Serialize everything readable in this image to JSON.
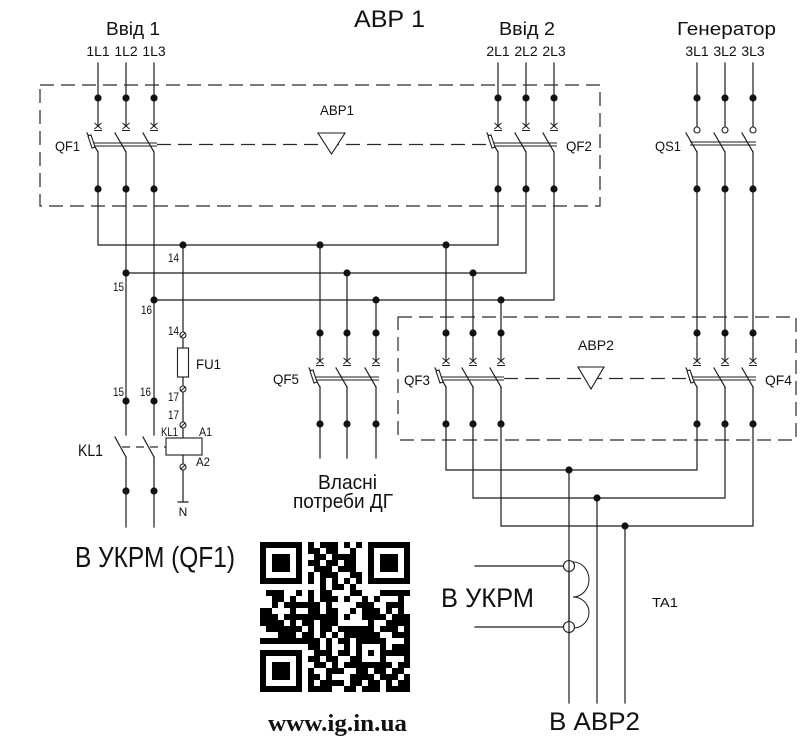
{
  "title": "АВР 1",
  "sources": {
    "input1": {
      "label": "Ввід 1",
      "phases": [
        "1L1",
        "1L2",
        "1L3"
      ]
    },
    "input2": {
      "label": "Ввід 2",
      "phases": [
        "2L1",
        "2L2",
        "2L3"
      ]
    },
    "generator": {
      "label": "Генератор",
      "phases": [
        "3L1",
        "3L2",
        "3L3"
      ]
    }
  },
  "transfer_switches": {
    "avr1": "АВР1",
    "avr2": "АВР2"
  },
  "devices": {
    "qf1": "QF1",
    "qf2": "QF2",
    "qs1": "QS1",
    "qf3": "QF3",
    "qf4": "QF4",
    "qf5": "QF5",
    "fu1": "FU1",
    "kl1": "KL1",
    "ta1": "TA1"
  },
  "control_circuit": {
    "wire_numbers": {
      "bus_l1": "14",
      "bus_l2": "15",
      "bus_l3": "16",
      "fuse_in": "14",
      "fuse_out": "17",
      "coil_in": "17",
      "contact_l2": "15",
      "contact_l3": "16"
    },
    "coil_ref": "KL1",
    "coil_a1": "A1",
    "coil_a2": "A2",
    "neutral": "N"
  },
  "outputs": {
    "own_needs": [
      "Власні",
      "потреби ДГ"
    ],
    "to_ukrm_qf1": "В УКРМ (QF1)",
    "to_ukrm": "В УКРМ",
    "to_avr2": "В АВР2"
  },
  "footer": {
    "website": "www.ig.in.ua",
    "qr_icon": "qr-code-icon"
  }
}
